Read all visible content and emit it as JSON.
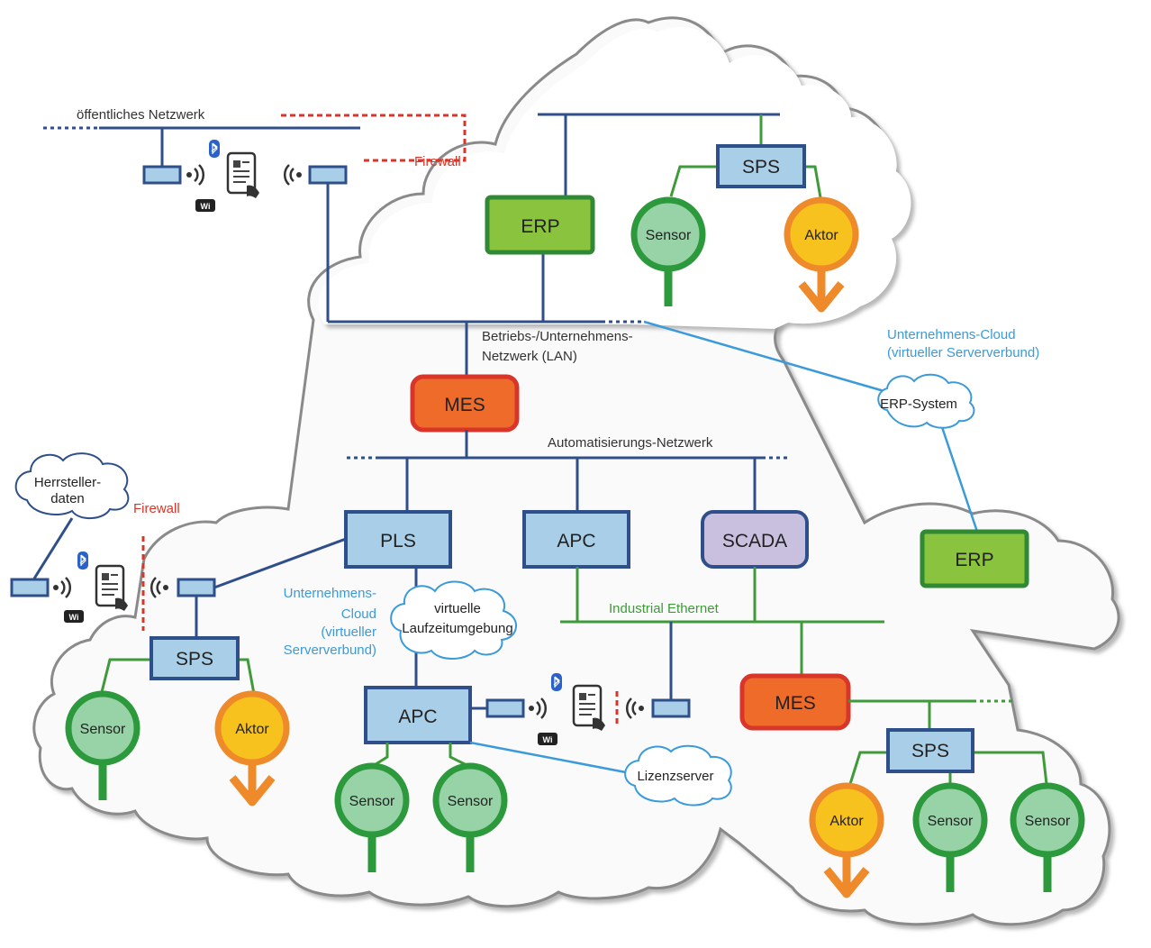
{
  "labels": {
    "public_network": "öffentliches Netzwerk",
    "firewall_top": "Firewall",
    "firewall_left": "Firewall",
    "lan": "Betriebs-/Unternehmens-",
    "lan2": "Netzwerk (LAN)",
    "auto_net": "Automatisierungs-Netzwerk",
    "industrial_eth": "Industrial Ethernet",
    "cloud_right_1": "Unternehmens-Cloud",
    "cloud_right_2": "(virtueller Serververbund)",
    "cloud_left_1": "Unternehmens-",
    "cloud_left_2": "Cloud",
    "cloud_left_3": "(virtueller",
    "cloud_left_4": "Serververbund)"
  },
  "clouds": {
    "erp_system": "ERP-System",
    "vlz_1": "virtuelle",
    "vlz_2": "Laufzeitumgebung",
    "hersteller_1": "Herrsteller-",
    "hersteller_2": "daten",
    "lizenz": "Lizenzserver"
  },
  "boxes": {
    "erp_top": "ERP",
    "sps_top": "SPS",
    "mes_center": "MES",
    "pls": "PLS",
    "apc_center": "APC",
    "scada": "SCADA",
    "erp_right": "ERP",
    "sps_left": "SPS",
    "apc_lower": "APC",
    "mes_lower": "MES",
    "sps_right": "SPS"
  },
  "nodes": {
    "sensor": "Sensor",
    "aktor": "Aktor"
  },
  "colors": {
    "blue_line": "#2f4f8a",
    "green_line": "#3f9a3a",
    "cyan_line": "#3b9ad9",
    "red_dash": "#d9362b",
    "box_blue_fill": "#a9cfe8",
    "box_blue_stroke": "#2f4f8a",
    "erp_fill": "#8ac43f",
    "erp_stroke": "#2f8a33",
    "mes_fill": "#ef6b2a",
    "mes_stroke": "#d9362b",
    "scada_fill": "#c9c0df",
    "sensor_fill": "#98d3a8",
    "sensor_stroke": "#2c9a3c",
    "aktor_fill": "#f7c21d",
    "aktor_stroke": "#ee8a2a"
  },
  "icons": [
    "bluetooth-icon",
    "wifi-icon",
    "tablet-icon",
    "wireless-signal-icon",
    "device-icon"
  ]
}
